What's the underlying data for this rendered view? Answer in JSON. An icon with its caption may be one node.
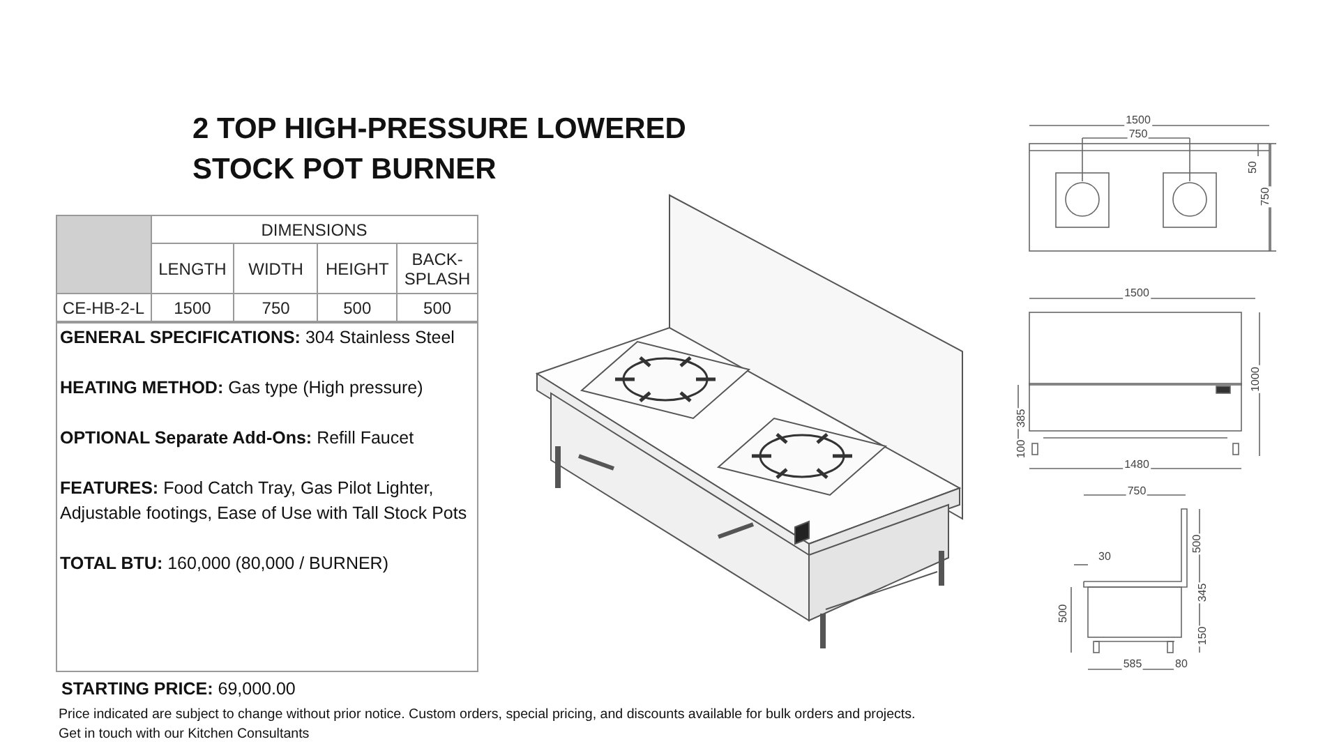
{
  "diagram": {
    "title": "2 TOP HIGH-PRESSURE LOWERED STOCK POT BURNER",
    "labels": [
      "DIMENSIONS",
      "LENGTH",
      "WIDTH",
      "HEIGHT",
      "BACK-SPLASH",
      "CE-HB-2-L",
      "1500",
      "750",
      "500",
      "500",
      "**GENERAL SPECIFICATIONS:** 304 Stainless Steel",
      "**HEATING METHOD:** Gas type (High pressure)",
      "**OPTIONAL Separate Add-Ons:** Refill Faucet",
      "**FEATURES:** Food Catch Tray, Gas Pilot Lighter, Adjustable footings, Ease of Use with Tall Stock Pots",
      "**TOTAL BTU:** 160,000 (80,000 / BURNER)",
      "**STARTING PRICE:** 69,000.00",
      "Price indicated are subject to change without prior notice. Custom orders, special pricing, and discounts available for bulk orders and projects.",
      "Get in touch with our Kitchen Consultants",
      "1500",
      "750",
      "50",
      "750",
      "1500",
      "1000",
      "385",
      "100",
      "1480",
      "750",
      "30",
      "500",
      "500",
      "345",
      "150",
      "585",
      "80"
    ]
  }
}
